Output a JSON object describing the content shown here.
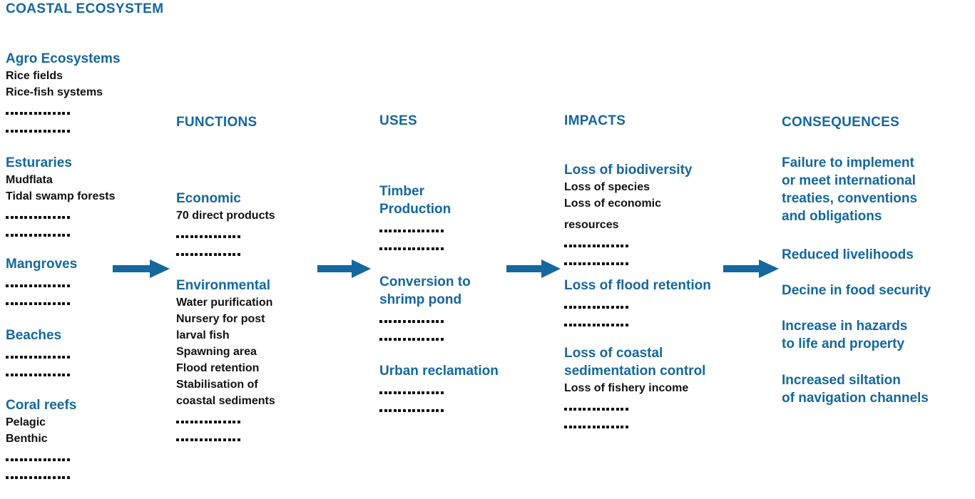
{
  "title": "COASTAL ECOSYSTEM",
  "colors": {
    "blue": "#14679f",
    "black": "#111111",
    "background": "#ffffff"
  },
  "headings": {
    "functions": "FUNCTIONS",
    "uses": "USES",
    "impacts": "IMPACTS",
    "consequences": "CONSEQUENCES"
  },
  "ecosystems": {
    "agro": {
      "head": "Agro Ecosystems",
      "items": [
        "Rice fields",
        "Rice-fish systems"
      ]
    },
    "estuaries": {
      "head": "Esturaries",
      "items": [
        "Mudflata",
        "Tidal swamp forests"
      ]
    },
    "mangroves": {
      "head": "Mangroves",
      "items": []
    },
    "beaches": {
      "head": "Beaches",
      "items": []
    },
    "coral": {
      "head": "Coral reefs",
      "items": [
        "Pelagic",
        "Benthic"
      ]
    }
  },
  "functions": {
    "economic": {
      "head": "Economic",
      "items": [
        "70 direct products"
      ]
    },
    "environmental": {
      "head": "Environmental",
      "items": [
        "Water purification",
        "Nursery for post",
        "larval fish",
        "Spawning area",
        "Flood retention",
        "Stabilisation of",
        "coastal sediments"
      ]
    }
  },
  "uses": {
    "timber": {
      "head_line1": "Timber",
      "head_line2": "Production"
    },
    "shrimp": {
      "head_line1": "Conversion to",
      "head_line2": "shrimp pond"
    },
    "urban": {
      "head_line1": "Urban reclamation"
    }
  },
  "impacts": {
    "biodiversity": {
      "head": "Loss of biodiversity",
      "items": [
        "Loss of species",
        "Loss of economic",
        "resources"
      ]
    },
    "flood": {
      "head": "Loss of flood retention",
      "items": []
    },
    "sedimentation": {
      "head_line1": "Loss of coastal",
      "head_line2": "sedimentation control",
      "items": [
        "Loss of fishery income"
      ]
    }
  },
  "consequences": {
    "treaties": [
      "Failure to implement",
      "or meet international",
      "treaties, conventions",
      "and obligations"
    ],
    "livelihoods": [
      "Reduced livelihoods"
    ],
    "food_security": [
      "Decine in food security"
    ],
    "hazards": [
      "Increase in hazards",
      "to life and property"
    ],
    "siltation": [
      "Increased siltation",
      "of navigation channels"
    ]
  },
  "arrows": {
    "ecosystems_to_functions": "arrow-right",
    "functions_to_uses": "arrow-right",
    "uses_to_impacts": "arrow-right",
    "impacts_to_consequences": "arrow-right"
  },
  "dots_per_row": 14
}
